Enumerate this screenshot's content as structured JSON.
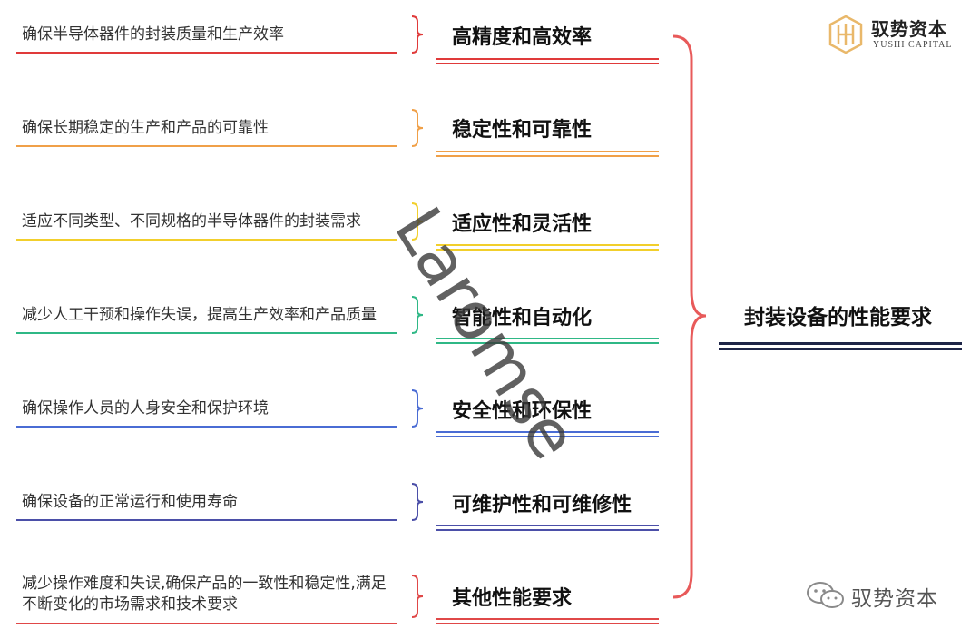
{
  "main_title": "封装设备的性能要求",
  "items": [
    {
      "title": "高精度和高效率",
      "desc": "确保半导体器件的封装质量和生产效率",
      "color": "#e03a3a"
    },
    {
      "title": "稳定性和可靠性",
      "desc": "确保长期稳定的生产和产品的可靠性",
      "color": "#f0a048"
    },
    {
      "title": "适应性和灵活性",
      "desc": "适应不同类型、不同规格的半导体器件的封装需求",
      "color": "#f2cf2c"
    },
    {
      "title": "智能性和自动化",
      "desc": "减少人工干预和操作失误，提高生产效率和产品质量",
      "color": "#2fb886"
    },
    {
      "title": "安全性和环保性",
      "desc": "确保操作人员的人身安全和保护环境",
      "color": "#4a6cd4"
    },
    {
      "title": "可维护性和可维修性",
      "desc": "确保设备的正常运行和使用寿命",
      "color": "#4b4fa8"
    },
    {
      "title": "其他性能要求",
      "desc": "减少操作难度和失误,确保产品的一致性和稳定性,满足不断变化的市场需求和技术要求",
      "color": "#e04848"
    }
  ],
  "big_brace_color": "#e85a5a",
  "main_underline_color": "#1e2547",
  "logo": {
    "icon": "yushi-capital-logo-mark",
    "name_cn": "驭势资本",
    "name_en": "YUSHI CAPITAL",
    "accent": "#e9b86a"
  },
  "wechat_watermark": {
    "icon": "wechat-icon",
    "text": "驭势资本"
  },
  "watermark_text": "Laromse"
}
